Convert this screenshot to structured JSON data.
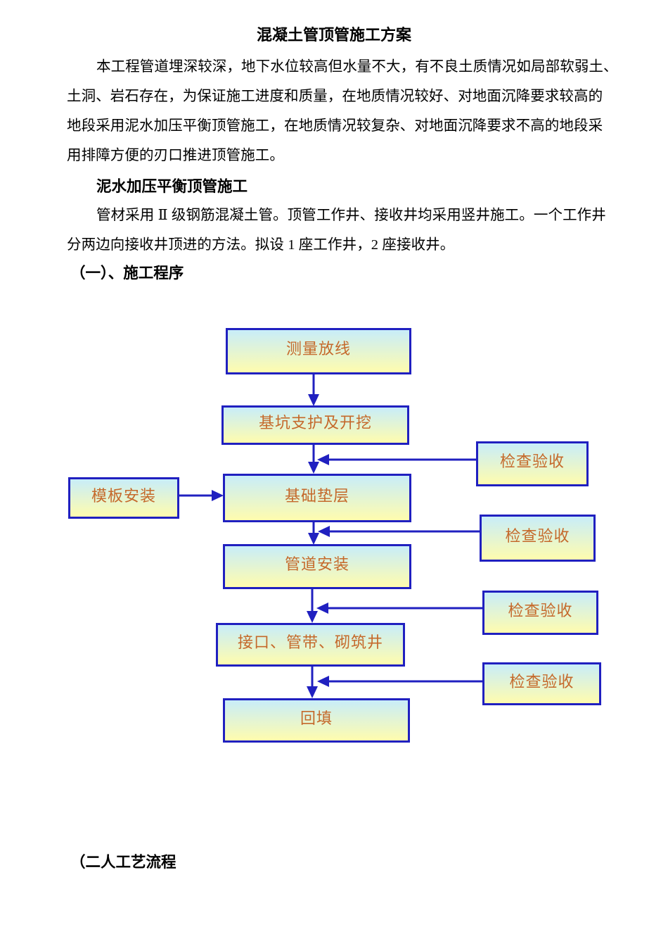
{
  "document": {
    "title": "混凝土管顶管施工方案",
    "paragraph1_lines": [
      "本工程管道埋深较深，地下水位较高但水量不大，有不良土质情况如局部软弱土、",
      "土洞、岩石存在，为保证施工进度和质量，在地质情况较好、对地面沉降要求较高的",
      "地段采用泥水加压平衡顶管施工，在地质情况较复杂、对地面沉降要求不高的地段采",
      "用排障方便的刃口推进顶管施工。"
    ],
    "heading_mud_balance": "泥水加压平衡顶管施工",
    "paragraph2_lines": [
      "管材采用 Ⅱ 级钢筋混凝土管。顶管工作井、接收井均采用竖井施工。一个工作井",
      "分两边向接收井顶进的方法。拟设 1 座工作井，2 座接收井。"
    ],
    "heading_procedure": "（一）、施工程序",
    "heading_process": "（二人工艺流程"
  },
  "flowchart": {
    "nodes": {
      "survey": {
        "label": "测量放线"
      },
      "pit": {
        "label": "基坑支护及开挖"
      },
      "cushion": {
        "label": "基础垫层"
      },
      "pipe": {
        "label": "管道安装"
      },
      "joints": {
        "label": "接口、管带、砌筑井"
      },
      "backfill": {
        "label": "回填"
      },
      "formwork": {
        "label": "模板安装"
      },
      "inspect1": {
        "label": "检查验收"
      },
      "inspect2": {
        "label": "检查验收"
      },
      "inspect3": {
        "label": "检查验收"
      },
      "inspect4": {
        "label": "检查验收"
      }
    },
    "edges": [
      "测量放线 → 基坑支护及开挖",
      "基坑支护及开挖 → 基础垫层",
      "检查验收 → (基坑支护及开挖→基础垫层)",
      "模板安装 → 基础垫层",
      "基础垫层 → 管道安装",
      "检查验收 → (基础垫层→管道安装)",
      "管道安装 → 接口、管带、砌筑井",
      "检查验收 → (管道安装→接口、管带、砌筑井)",
      "接口、管带、砌筑井 → 回填",
      "检查验收 → (接口、管带、砌筑井→回填)"
    ],
    "colors": {
      "border": "#2020c0",
      "arrow": "#2020c0",
      "gradient_top": "#c8edf9",
      "gradient_bottom": "#fffcae",
      "label": "#c5692b"
    }
  }
}
